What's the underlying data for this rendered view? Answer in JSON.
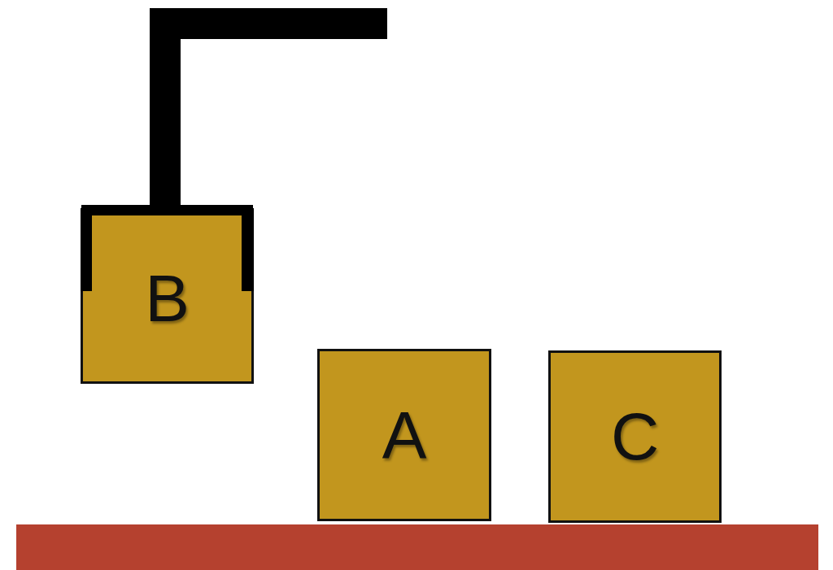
{
  "diagram": {
    "nodes": [
      {
        "text": [
          "B"
        ]
      },
      {
        "text": [
          "A"
        ]
      },
      {
        "text": [
          "C"
        ]
      }
    ]
  }
}
